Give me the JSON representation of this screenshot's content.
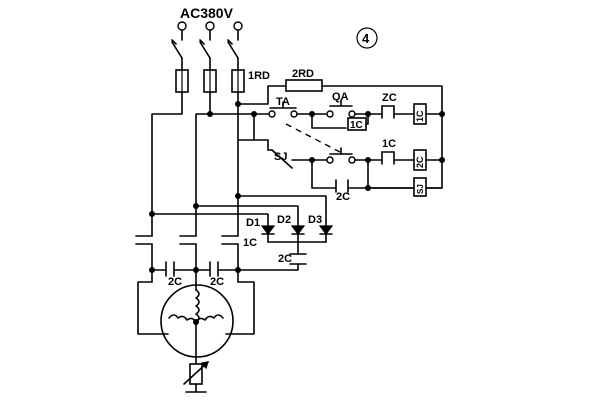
{
  "supply": {
    "label": "AC380V"
  },
  "figure": {
    "number": "4"
  },
  "fuses": {
    "main": "1RD",
    "control": "2RD"
  },
  "buttons": {
    "start": "TA",
    "stop": "QA"
  },
  "contacts": {
    "timer": "SJ",
    "zc": "ZC",
    "c1_interlock": "1C",
    "c1_run_a": "1C",
    "c1_run_b": "1C",
    "c2_brake_a": "2C",
    "c2_brake_b": "2C",
    "c2_seal": "2C",
    "c2_dc": "2C"
  },
  "coils": {
    "c1": "1C",
    "c2": "2C",
    "sj": "SJ"
  },
  "diodes": {
    "d1": "D1",
    "d2": "D2",
    "d3": "D3"
  }
}
